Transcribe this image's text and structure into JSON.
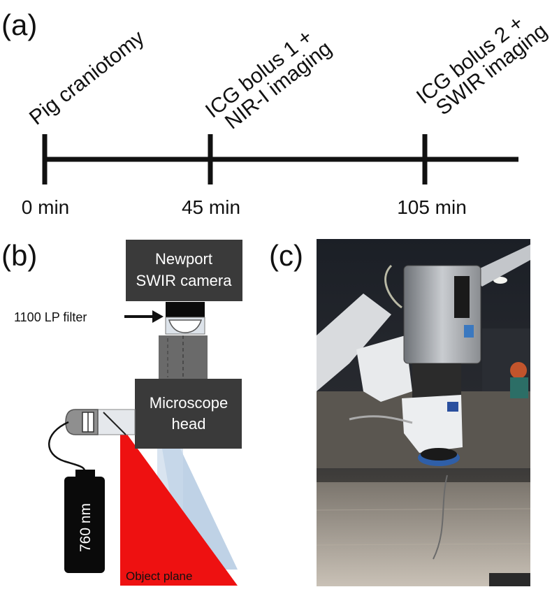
{
  "panels": {
    "a": "(a)",
    "b": "(b)",
    "c": "(c)"
  },
  "timeline": {
    "events": [
      {
        "lines": [
          "Pig craniotomy"
        ],
        "time": "0 min"
      },
      {
        "lines": [
          "ICG bolus 1 +",
          "NIR-I imaging"
        ],
        "time": "45 min"
      },
      {
        "lines": [
          "ICG bolus 2 +",
          "SWIR imaging"
        ],
        "time": "105 min"
      }
    ]
  },
  "setup": {
    "camera_lines": [
      "Newport",
      "SWIR camera"
    ],
    "filter_label": "1100 LP filter",
    "microscope_lines": [
      "Microscope",
      "head"
    ],
    "laser_label": "760 nm",
    "object_plane_label": "Object plane",
    "colors": {
      "dark_box": "#3a3a3a",
      "light_cone": "#b8cde3",
      "red_beam": "#ee1111",
      "laser_body": "#0a0a0a"
    }
  },
  "photo": {
    "description_icon": "surgical-microscope-photo"
  }
}
